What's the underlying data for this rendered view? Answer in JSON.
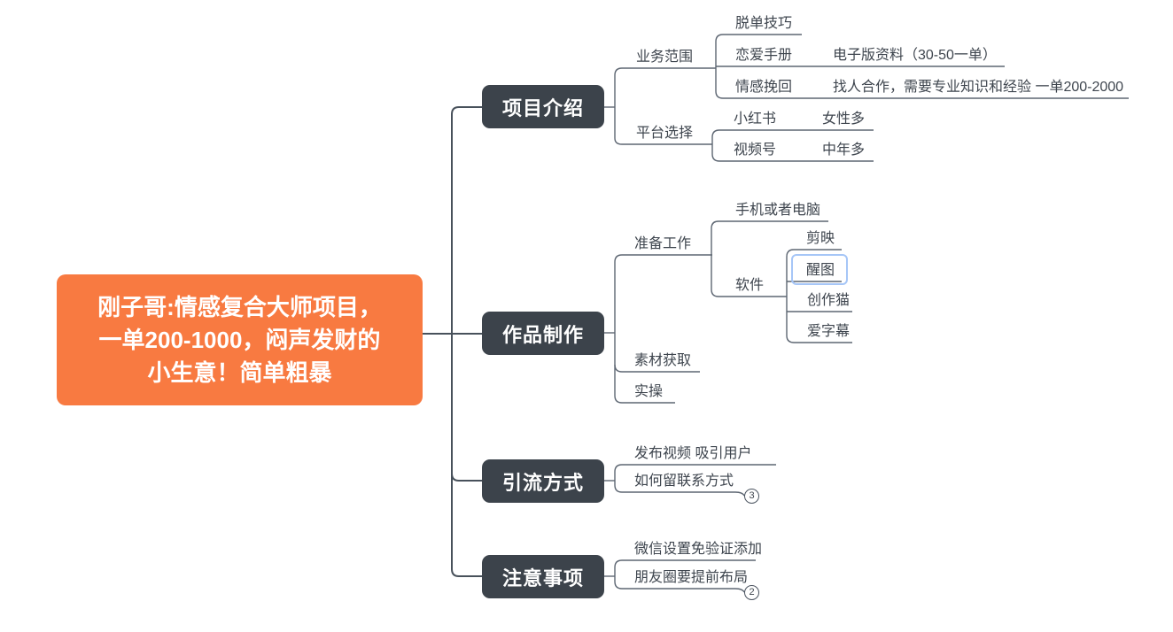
{
  "theme": {
    "canvas_bg": "#ffffff",
    "root_bg": "#f87a41",
    "root_text_color": "#ffffff",
    "branch_bg": "#3c434b",
    "branch_text_color": "#ffffff",
    "main_line_color": "#48515b",
    "sub_line_color": "#5d6672",
    "topic_text_color": "#3e454e",
    "selection_border_color": "#a6c6f7"
  },
  "root": {
    "label": "刚子哥:情感复合大师项目，\n一单200-1000，闷声发财的\n小生意！简单粗暴"
  },
  "branches": [
    {
      "label": "项目介绍",
      "children": [
        {
          "label": "业务范围",
          "children": [
            {
              "label": "脱单技巧"
            },
            {
              "label": "恋爱手册",
              "children": [
                {
                  "label": "电子版资料（30-50一单）"
                }
              ]
            },
            {
              "label": "情感挽回",
              "children": [
                {
                  "label": "找人合作，需要专业知识和经验 一单200-2000"
                }
              ]
            }
          ]
        },
        {
          "label": "平台选择",
          "children": [
            {
              "label": "小红书",
              "children": [
                {
                  "label": "女性多"
                }
              ]
            },
            {
              "label": "视频号",
              "children": [
                {
                  "label": "中年多"
                }
              ]
            }
          ]
        }
      ]
    },
    {
      "label": "作品制作",
      "children": [
        {
          "label": "准备工作",
          "children": [
            {
              "label": "手机或者电脑"
            },
            {
              "label": "软件",
              "children": [
                {
                  "label": "剪映"
                },
                {
                  "label": "醒图",
                  "selected": true
                },
                {
                  "label": "创作猫"
                },
                {
                  "label": "爱字幕"
                }
              ]
            }
          ]
        },
        {
          "label": "素材获取"
        },
        {
          "label": "实操"
        }
      ]
    },
    {
      "label": "引流方式",
      "children": [
        {
          "label": "发布视频 吸引用户"
        },
        {
          "label": "如何留联系方式",
          "collapsed_children_count": "3"
        }
      ]
    },
    {
      "label": "注意事项",
      "children": [
        {
          "label": "微信设置免验证添加"
        },
        {
          "label": "朋友圈要提前布局",
          "collapsed_children_count": "2"
        }
      ]
    }
  ]
}
